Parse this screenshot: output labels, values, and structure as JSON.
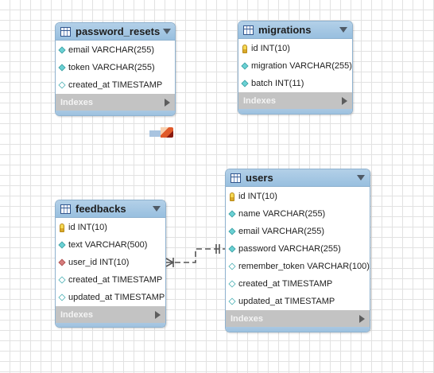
{
  "tables": [
    {
      "id": "password_resets",
      "name": "password_resets",
      "columns": [
        {
          "text": "email VARCHAR(255)",
          "icon": "diamond"
        },
        {
          "text": "token VARCHAR(255)",
          "icon": "diamond"
        },
        {
          "text": "created_at TIMESTAMP",
          "icon": "diamond-empty"
        }
      ],
      "footer": "Indexes"
    },
    {
      "id": "migrations",
      "name": "migrations",
      "columns": [
        {
          "text": "id INT(10)",
          "icon": "key"
        },
        {
          "text": "migration VARCHAR(255)",
          "icon": "diamond"
        },
        {
          "text": "batch INT(11)",
          "icon": "diamond"
        }
      ],
      "footer": "Indexes"
    },
    {
      "id": "feedbacks",
      "name": "feedbacks",
      "columns": [
        {
          "text": "id INT(10)",
          "icon": "key"
        },
        {
          "text": "text VARCHAR(500)",
          "icon": "diamond"
        },
        {
          "text": "user_id INT(10)",
          "icon": "diamond-fk"
        },
        {
          "text": "created_at TIMESTAMP",
          "icon": "diamond-empty"
        },
        {
          "text": "updated_at TIMESTAMP",
          "icon": "diamond-empty"
        }
      ],
      "footer": "Indexes"
    },
    {
      "id": "users",
      "name": "users",
      "columns": [
        {
          "text": "id INT(10)",
          "icon": "key"
        },
        {
          "text": "name VARCHAR(255)",
          "icon": "diamond"
        },
        {
          "text": "email VARCHAR(255)",
          "icon": "diamond"
        },
        {
          "text": "password VARCHAR(255)",
          "icon": "diamond"
        },
        {
          "text": "remember_token VARCHAR(100)",
          "icon": "diamond-empty"
        },
        {
          "text": "created_at TIMESTAMP",
          "icon": "diamond-empty"
        },
        {
          "text": "updated_at TIMESTAMP",
          "icon": "diamond-empty"
        }
      ],
      "footer": "Indexes"
    }
  ],
  "relationships": [
    {
      "from": "feedbacks.user_id",
      "to": "users.id",
      "notation": "many-to-one"
    }
  ],
  "colors": {
    "header": "#98bfdf",
    "footer": "#c3c3c3",
    "border": "#8fb2cf",
    "grid": "#e2e2e2",
    "relationship_line": "#555555"
  }
}
